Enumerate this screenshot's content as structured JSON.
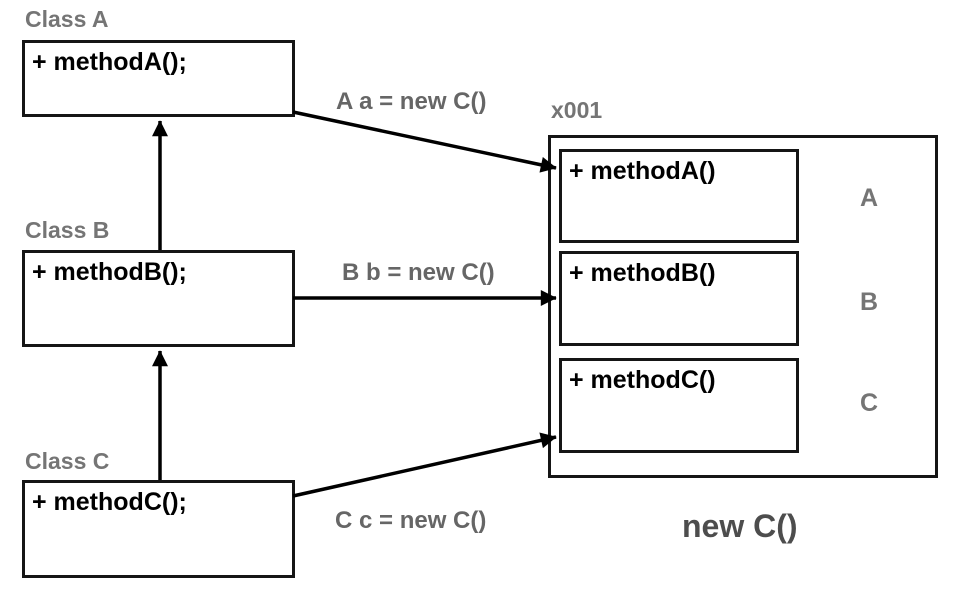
{
  "classes": [
    {
      "label": "Class A",
      "method": "+ methodA();"
    },
    {
      "label": "Class B",
      "method": "+ methodB();"
    },
    {
      "label": "Class C",
      "method": "+ methodC();"
    }
  ],
  "assignments": [
    {
      "label": "A a = new C()"
    },
    {
      "label": "B b = new C()"
    },
    {
      "label": "C c = new C()"
    }
  ],
  "object": {
    "ref_label": "x001",
    "methods": [
      {
        "text": "+ methodA()",
        "origin": "A"
      },
      {
        "text": "+ methodB()",
        "origin": "B"
      },
      {
        "text": "+ methodC()",
        "origin": "C"
      }
    ],
    "caption": "new C()"
  },
  "colors": {
    "background": "#ffffff",
    "box_border": "#151515",
    "arrow": "#000000",
    "class_label_gray": "#757575",
    "assignment_label_gray": "#666666",
    "caption_gray": "#4d4d4d",
    "method_text": "#000000"
  }
}
